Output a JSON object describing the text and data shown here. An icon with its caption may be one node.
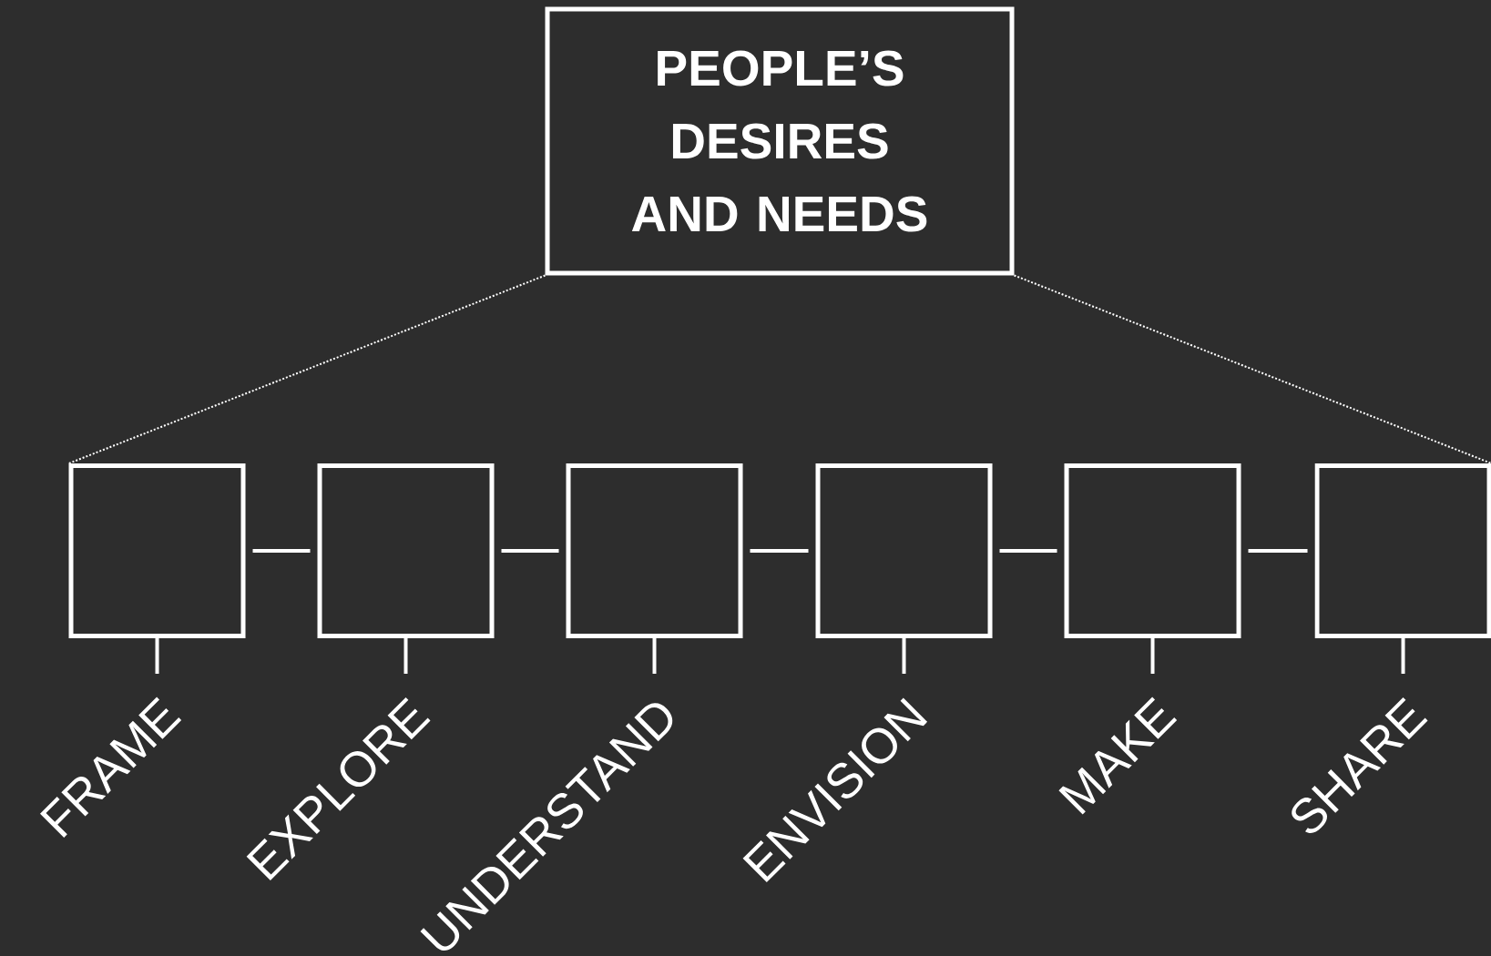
{
  "diagram": {
    "nodes": [
      {
        "text": [
          "PEOPLE’S DESIRES AND NEEDS"
        ]
      },
      {
        "text": [],
        "shape": "box"
      },
      {
        "text": [],
        "shape": "box"
      },
      {
        "text": [],
        "shape": "box"
      },
      {
        "text": [],
        "shape": "box"
      },
      {
        "text": [],
        "shape": "box"
      },
      {
        "text": [],
        "shape": "box"
      },
      {
        "text": [
          "FRAME"
        ]
      },
      {
        "text": [
          "EXPLORE"
        ]
      },
      {
        "text": [
          "UNDERSTAND"
        ]
      },
      {
        "text": [
          "ENVISION"
        ]
      },
      {
        "text": [
          "MAKE"
        ]
      },
      {
        "text": [
          "SHARE"
        ]
      }
    ],
    "edges": [
      {
        "from": 0,
        "to": 1,
        "arrow": "none",
        "style": "dashed"
      },
      {
        "from": 0,
        "to": 6,
        "arrow": "none",
        "style": "dashed"
      },
      {
        "from": 1,
        "to": 2,
        "arrow": "none"
      },
      {
        "from": 2,
        "to": 3,
        "arrow": "none"
      },
      {
        "from": 3,
        "to": 4,
        "arrow": "none"
      },
      {
        "from": 4,
        "to": 5,
        "arrow": "none"
      },
      {
        "from": 5,
        "to": 6,
        "arrow": "none"
      },
      {
        "from": 1,
        "to": 7,
        "arrow": "none"
      },
      {
        "from": 2,
        "to": 8,
        "arrow": "none"
      },
      {
        "from": 3,
        "to": 9,
        "arrow": "none"
      },
      {
        "from": 4,
        "to": 10,
        "arrow": "none"
      },
      {
        "from": 5,
        "to": 11,
        "arrow": "none"
      },
      {
        "from": 6,
        "to": 12,
        "arrow": "none"
      }
    ]
  }
}
